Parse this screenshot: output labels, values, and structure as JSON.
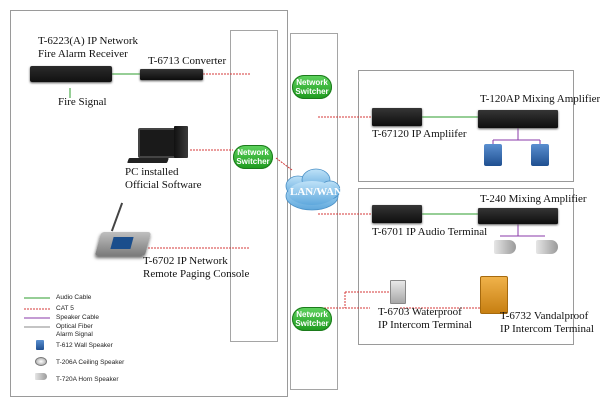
{
  "devices": {
    "fire_receiver": "T-6223(A) IP Network\nFire Alarm Receiver",
    "converter": "T-6713 Converter",
    "fire_signal": "Fire Signal",
    "pc": "PC installed\nOfficial Software",
    "paging_console": "T-6702 IP Network\nRemote Paging Console",
    "ip_amplifier": "T-67120 IP Ampliifer",
    "mixing_amp_1": "T-120AP Mixing Amplifier",
    "audio_terminal": "T-6701 IP Audio Terminal",
    "mixing_amp_2": "T-240 Mixing Amplifier",
    "waterproof_terminal": "T-6703 Waterproof\nIP Intercom Terminal",
    "vandalproof_terminal": "T-6732 Vandalproof\nIP Intercom Terminal"
  },
  "switches": {
    "left": "Network\nSwitcher",
    "top_right": "Network\nSwitcher",
    "bottom_right": "Network\nSwitcher"
  },
  "cloud": "LAN/WAN",
  "legend": {
    "audio_cable": "Audio Cable",
    "cat5": "CAT 5",
    "speaker_cable": "Speaker Cable",
    "optical_fiber": "Optical Fiber",
    "alarm_signal": "Alarm Signal",
    "wall_speaker": "T-612 Wall Speaker",
    "ceiling_speaker": "T-206A Ceiling Speaker",
    "horn_speaker": "T-720A Horn Speaker"
  },
  "colors": {
    "audio_cable": "#2e9e2e",
    "cat5": "#d43a3a",
    "speaker_cable": "#8a3aa8",
    "optical_fiber": "#888888",
    "switch_green": "#22a022",
    "cloud_blue": "#5fa8dd"
  }
}
